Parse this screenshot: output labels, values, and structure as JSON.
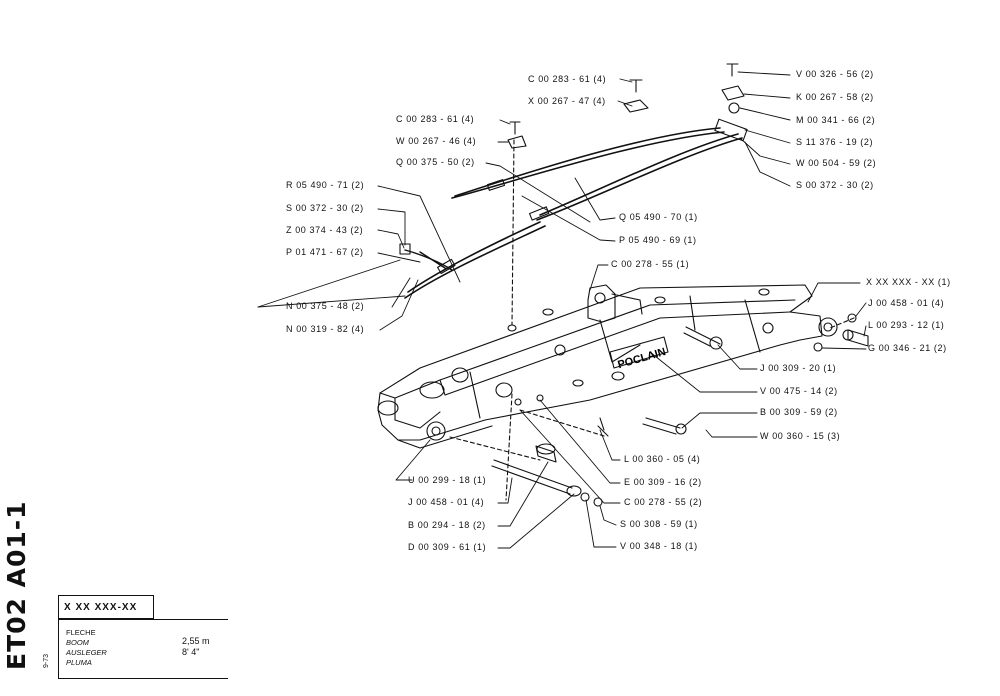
{
  "callouts": [
    "C 00 283 - 61  (4)",
    "X 00 267 - 47  (4)",
    "V 00 326 - 56  (2)",
    "K 00 267 - 58  (2)",
    "M 00 341 - 66  (2)",
    "S 11 376 - 19  (2)",
    "W 00 504 - 59  (2)",
    "S 00 372 - 30  (2)",
    "C 00 283 - 61  (4)",
    "W 00 267 - 46  (4)",
    "Q 00 375 - 50  (2)",
    "R 05 490 - 71  (2)",
    "S 00 372 - 30  (2)",
    "Z 00 374 - 43  (2)",
    "P 01 471 - 67  (2)",
    "Q 05 490 - 70  (1)",
    "P 05 490 - 69  (1)",
    "C 00 278 - 55  (1)",
    "N 00 375 - 48  (2)",
    "N 00 319 - 82  (4)",
    "X  XX  XXX - XX  (1)",
    "J 00 458 - 01  (4)",
    "L 00 293 - 12  (1)",
    "G 00 346 - 21  (2)",
    "J 00 309 - 20  (1)",
    "V 00 475 - 14  (2)",
    "B 00 309 - 59  (2)",
    "W 00 360 - 15  (3)",
    "L 00 360 - 05  (4)",
    "E 00 309 - 16  (2)",
    "U 00 299 - 18  (1)",
    "J 00 458 - 01  (4)",
    "C 00 278 - 55  (2)",
    "B 00 294 - 18  (2)",
    "S 00 308 - 59  (1)",
    "D 00 309 - 61  (1)",
    "V 00 348 - 18  (1)"
  ],
  "brand": "POCLAIN",
  "sheet": {
    "code": "ET02 A01-1",
    "date": "9-73"
  },
  "title_block": {
    "reference": "X XX  XXX-XX",
    "names": [
      "FLECHE",
      "BOOM",
      "AUSLEGER",
      "PLUMA"
    ],
    "dimensions": [
      "2,55 m",
      "8' 4\""
    ]
  }
}
